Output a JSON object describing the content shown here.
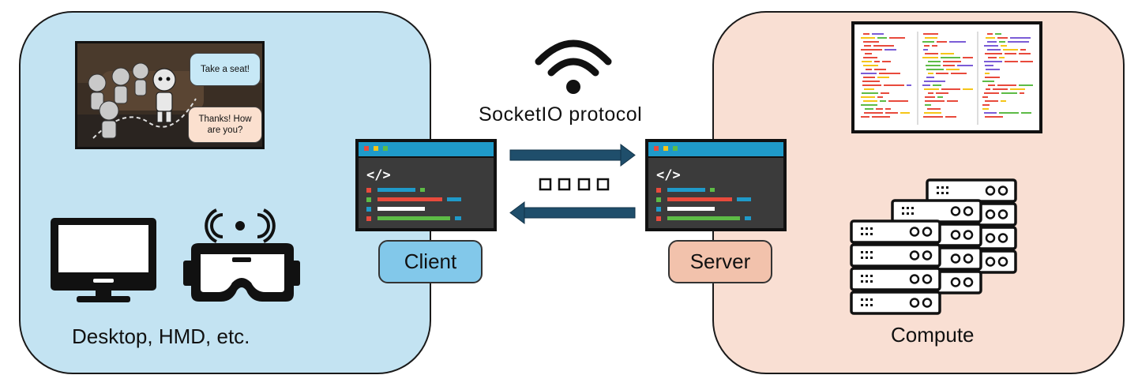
{
  "client_side": {
    "caption": "Desktop, HMD, etc.",
    "scene": {
      "bubble_top": "Take a seat!",
      "bubble_bottom_line1": "Thanks! How",
      "bubble_bottom_line2": "are you?"
    },
    "devices": [
      "monitor-icon",
      "vr-headset-icon"
    ]
  },
  "network": {
    "protocol_label": "SocketIO protocol",
    "icons": [
      "wifi-icon",
      "arrow-right-icon",
      "arrow-left-icon",
      "data-packets-icon"
    ]
  },
  "client": {
    "label": "Client"
  },
  "server": {
    "label": "Server"
  },
  "server_side": {
    "caption": "Compute",
    "icons": [
      "code-log-icon",
      "server-rack-icon"
    ]
  },
  "colors": {
    "client_panel": "#c3e3f2",
    "server_panel": "#f9dfd3",
    "client_label": "#82c8ea",
    "server_label": "#f2c2ac",
    "arrow": "#1f4e6b",
    "editor_bar": "#1f9ac9",
    "editor_body": "#3b3b3b"
  }
}
